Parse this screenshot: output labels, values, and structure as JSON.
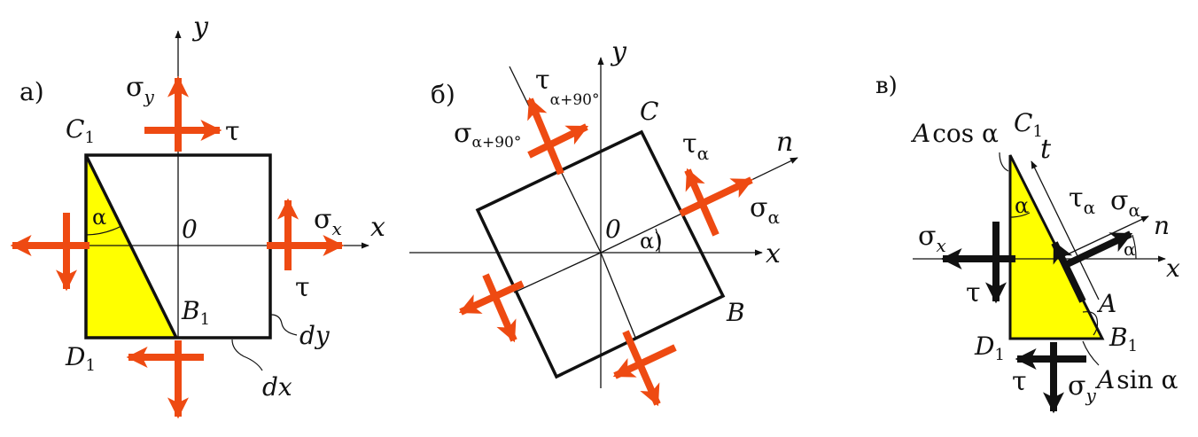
{
  "colors": {
    "stress_arrow": "#ee4a12",
    "wedge_fill": "#ffff00",
    "outline": "#111111",
    "resultant_arrow": "#111111"
  },
  "panel_a": {
    "tag": "а)",
    "axis_x": "x",
    "axis_y": "y",
    "origin": "0",
    "corner_c1": "C",
    "corner_c1_sub": "1",
    "corner_b1": "B",
    "corner_b1_sub": "1",
    "corner_d1": "D",
    "corner_d1_sub": "1",
    "angle": "α",
    "sigma_y": "σ",
    "sigma_y_sub": "y",
    "sigma_x": "σ",
    "sigma_x_sub": "x",
    "tau_top": "τ",
    "tau_right": "τ",
    "dim_dy": "dy",
    "dim_dx": "dx"
  },
  "panel_b": {
    "tag": "б)",
    "axis_x": "x",
    "axis_y": "y",
    "axis_n": "n",
    "origin": "0",
    "corner_c": "C",
    "corner_b": "B",
    "angle": "α)",
    "tau_90": "τ",
    "tau_90_sub": "α+90°",
    "sigma_90": "σ",
    "sigma_90_sub": "α+90°",
    "tau_alpha": "τ",
    "tau_alpha_sub": "α",
    "sigma_alpha": "σ",
    "sigma_alpha_sub": "α"
  },
  "panel_c": {
    "tag": "в)",
    "area_cos": "A",
    "area_cos_fn": "cos α",
    "corner_c1": "C",
    "corner_c1_sub": "1",
    "axis_t": "t",
    "angle": "α",
    "tau_alpha": "τ",
    "tau_alpha_sub": "α",
    "sigma_alpha": "σ",
    "sigma_alpha_sub": "α",
    "axis_n": "n",
    "sigma_x": "σ",
    "sigma_x_sub": "x",
    "angle_small": "α",
    "axis_x": "x",
    "tau_left": "τ",
    "area_a": "A",
    "corner_b1": "B",
    "corner_b1_sub": "1",
    "corner_d1": "D",
    "corner_d1_sub": "1",
    "tau_bottom": "τ",
    "sigma_y": "σ",
    "sigma_y_sub": "y",
    "area_sin": "A",
    "area_sin_fn": "sin α"
  }
}
